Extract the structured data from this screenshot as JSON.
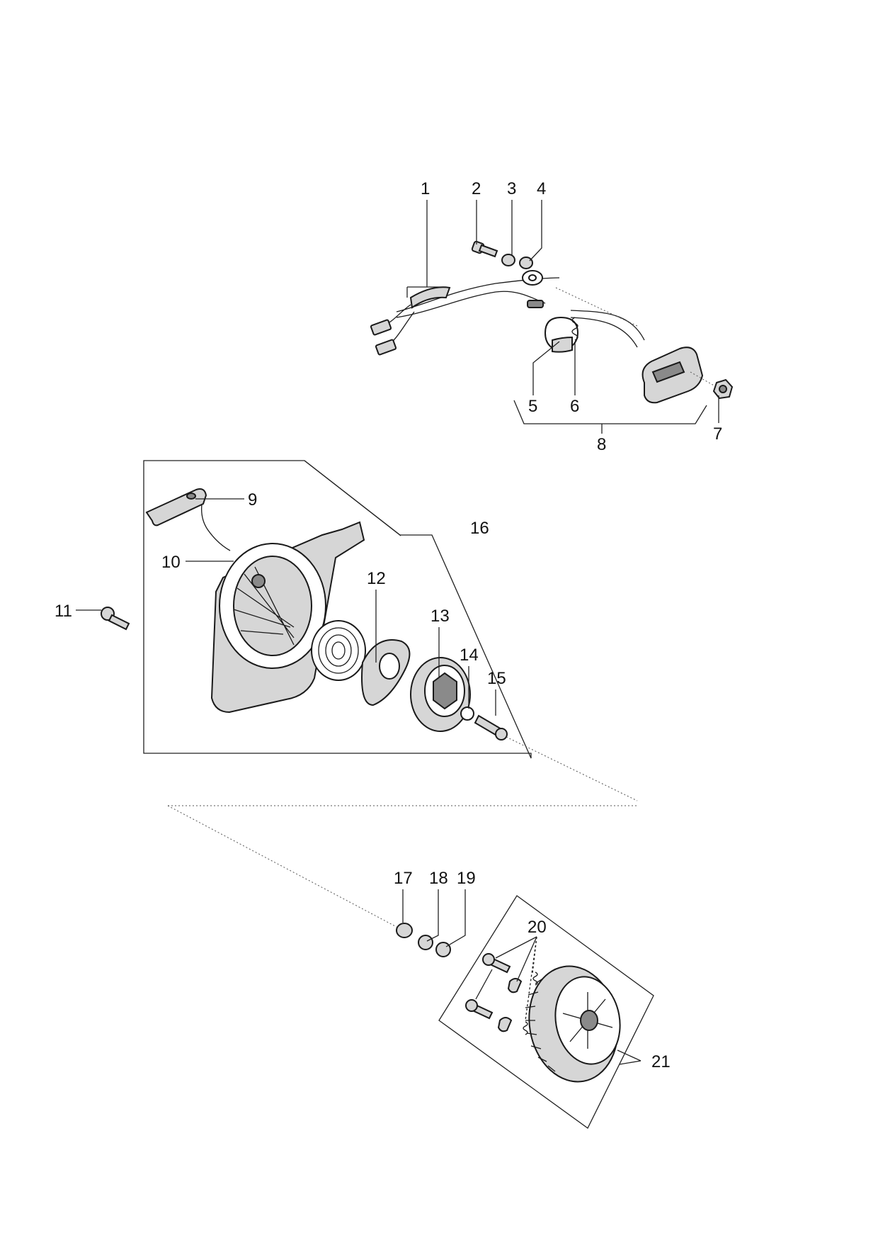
{
  "callouts": {
    "c1": "1",
    "c2": "2",
    "c3": "3",
    "c4": "4",
    "c5": "5",
    "c6": "6",
    "c7": "7",
    "c8": "8",
    "c9": "9",
    "c10": "10",
    "c11": "11",
    "c12": "12",
    "c13": "13",
    "c14": "14",
    "c15": "15",
    "c16": "16",
    "c17": "17",
    "c18": "18",
    "c19": "19",
    "c20": "20",
    "c21": "21"
  },
  "colors": {
    "line": "#222222",
    "background": "#ffffff"
  }
}
